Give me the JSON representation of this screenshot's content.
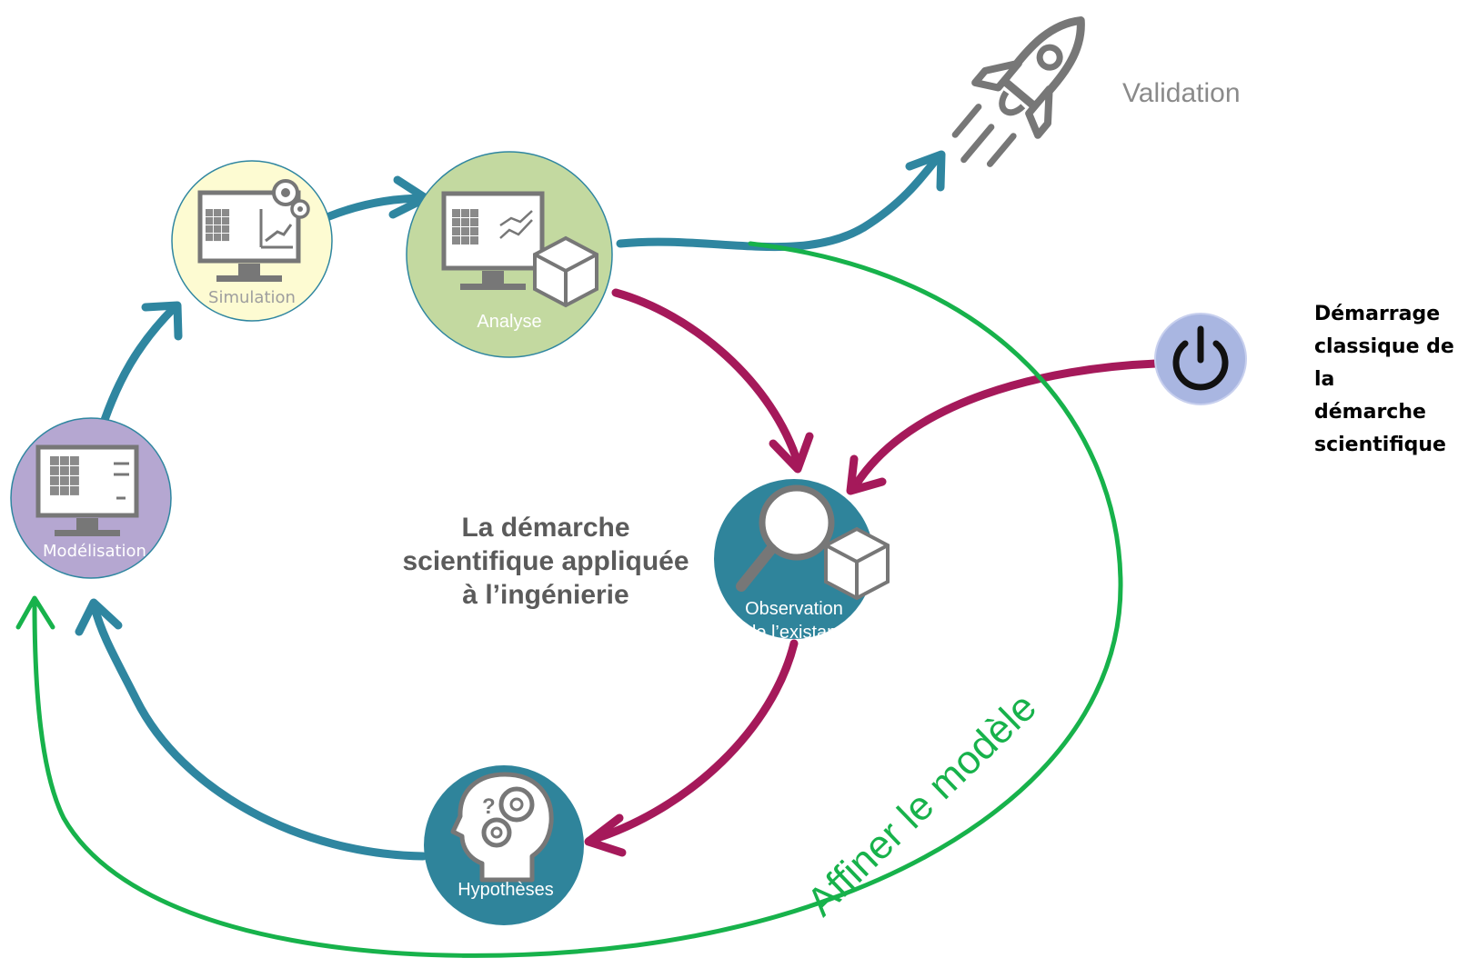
{
  "center_title": [
    "La démarche",
    "scientifique appliquée",
    "à l’ingénierie"
  ],
  "nodes": {
    "simulation": {
      "label": "Simulation",
      "icon": "monitor-chart-gears-icon"
    },
    "analyse": {
      "label": "Analyse",
      "icon": "monitor-graph-cube-icon"
    },
    "modelisation": {
      "label": "Modélisation",
      "icon": "monitor-cube-icon"
    },
    "observation": {
      "label_lines": [
        "Observation",
        "de l’existant"
      ],
      "icon": "magnifier-cube-icon"
    },
    "hypotheses": {
      "label": "Hypothèses",
      "icon": "head-gears-icon"
    }
  },
  "validation": {
    "label": "Validation",
    "icon": "rocket-icon"
  },
  "start": {
    "lines": [
      "Démarrage",
      "classique de la",
      "démarche",
      "scientifique"
    ],
    "icon": "power-icon"
  },
  "loop_label": "Affiner le modèle",
  "colors": {
    "teal_arrow": "#2f86a0",
    "crimson_arrow": "#a5195a",
    "green_loop": "#17b24b",
    "simulation_fill": "#fdfbd2",
    "analyse_fill": "#c3d9a0",
    "modelisation_fill": "#b5a7d1",
    "teal_node_fill": "#2f849b",
    "power_fill": "#a9b6e1",
    "icon_gray": "#777777",
    "title_gray": "#5b5b5b"
  }
}
